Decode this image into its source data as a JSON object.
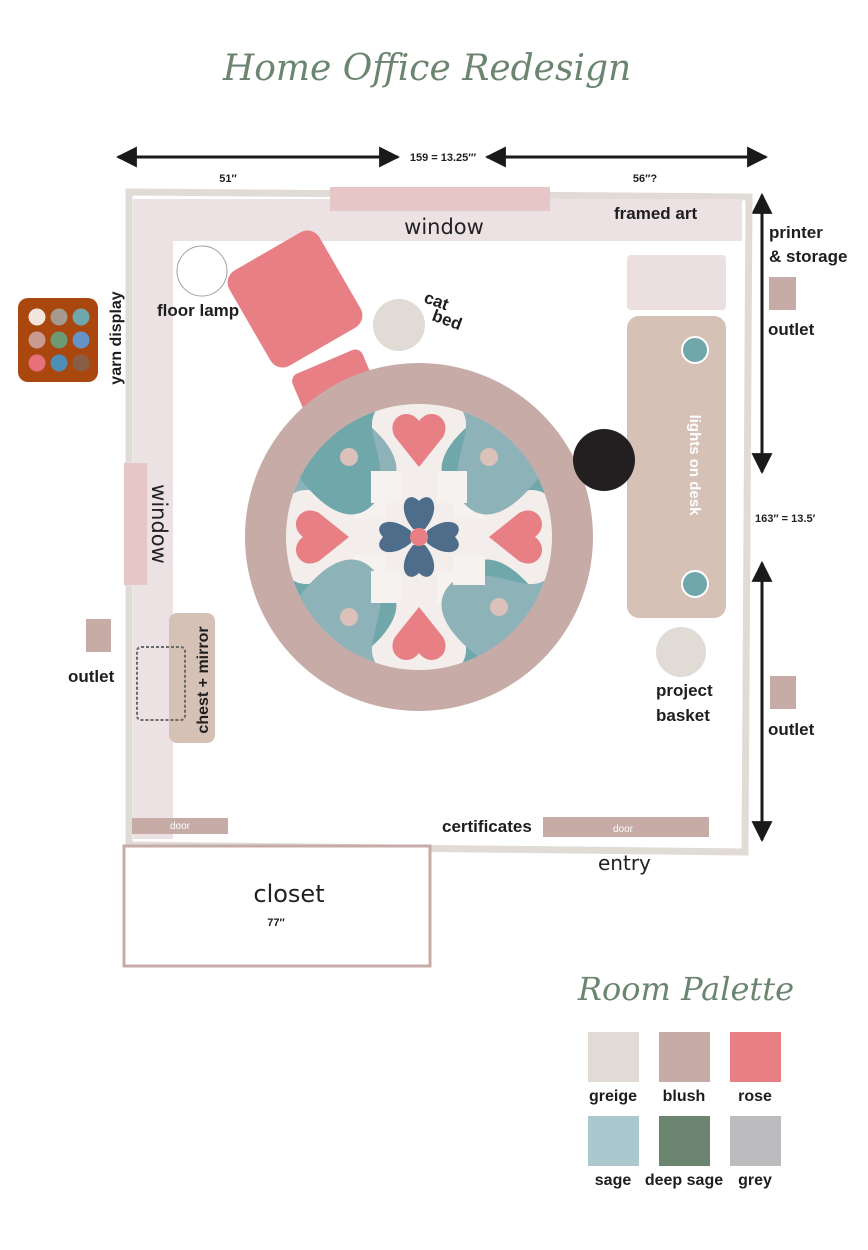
{
  "title": "Home Office Redesign",
  "dimensions": {
    "top_left": "51″",
    "top_total": "159 = 13.25′″",
    "top_right": "56″?",
    "right_total": "163″ = 13.5′",
    "closet_width": "77″"
  },
  "labels": {
    "window_top": "window",
    "window_left": "window",
    "framed_art": "framed art",
    "printer_storage_1": "printer",
    "printer_storage_2": "& storage",
    "outlet_right_top": "outlet",
    "outlet_right_bottom": "outlet",
    "outlet_left": "outlet",
    "yarn_display": "yarn display",
    "floor_lamp": "floor lamp",
    "cat_bed_1": "cat",
    "cat_bed_2": "bed",
    "lights_on_desk": "lights on desk",
    "project_basket_1": "project",
    "project_basket_2": "basket",
    "chest_mirror": "chest + mirror",
    "door_left": "door",
    "door_right": "door",
    "certificates": "certificates",
    "entry": "entry",
    "closet": "closet"
  },
  "yarn_colors": [
    "#f2e5dd",
    "#a49a90",
    "#6fa7ab",
    "#c99a8f",
    "#6e9a73",
    "#6693c5",
    "#e8707b",
    "#4f8fb5",
    "#8a5d45"
  ],
  "palette": {
    "title": "Room Palette",
    "swatches": [
      {
        "name": "greige",
        "color": "#e0dbd5"
      },
      {
        "name": "blush",
        "color": "#c6aba7"
      },
      {
        "name": "rose",
        "color": "#e77f84"
      },
      {
        "name": "sage",
        "color": "#abc8cf"
      },
      {
        "name": "deep sage",
        "color": "#6b8571"
      },
      {
        "name": "grey",
        "color": "#bcbcbe"
      }
    ]
  },
  "colors": {
    "wall": "#e0dbd5",
    "blush": "#c6aba7",
    "blush_light": "#e8dcdd",
    "rose": "#e77f84",
    "teal": "#6fa7ab",
    "deep_blue": "#4d6d8a",
    "yarn_box": "#a9470f",
    "black": "#231f20"
  }
}
